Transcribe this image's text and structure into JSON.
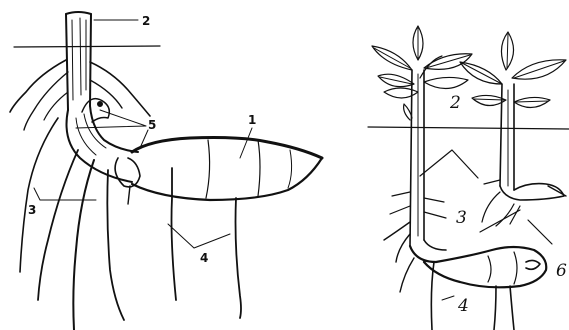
{
  "left_panel": {
    "labels": {
      "stem": "2",
      "tuber": "1",
      "buds": "5",
      "roots_left": "3",
      "roots_right": "4"
    }
  },
  "right_panel": {
    "labels": {
      "shoot": "2",
      "roots": "3",
      "roots_lower": "4",
      "tuber": "6"
    }
  }
}
